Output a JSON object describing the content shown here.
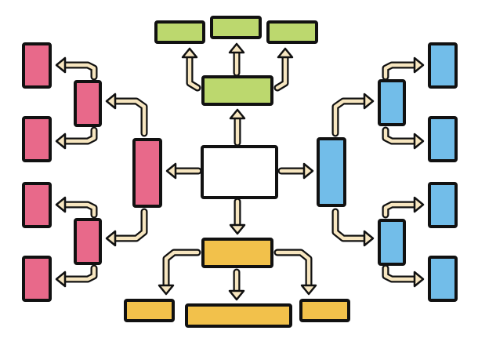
{
  "colors": {
    "outline": "#111111",
    "arrow_fill": "#f7e6c0",
    "center": "#ffffff",
    "green": "#bcd86e",
    "pink": "#e8698a",
    "blue": "#72bde9",
    "yellow": "#f2c14b"
  },
  "diagram": {
    "center": {
      "name": "center-node",
      "color": "center"
    },
    "branches": [
      {
        "name": "top-branch",
        "color": "green",
        "leaves": 3
      },
      {
        "name": "left-branch",
        "color": "pink",
        "sub_nodes": 2,
        "leaves_per_sub_node": 2
      },
      {
        "name": "right-branch",
        "color": "blue",
        "sub_nodes": 2,
        "leaves_per_sub_node": 2
      },
      {
        "name": "bottom-branch",
        "color": "yellow",
        "leaves": 3
      }
    ]
  }
}
